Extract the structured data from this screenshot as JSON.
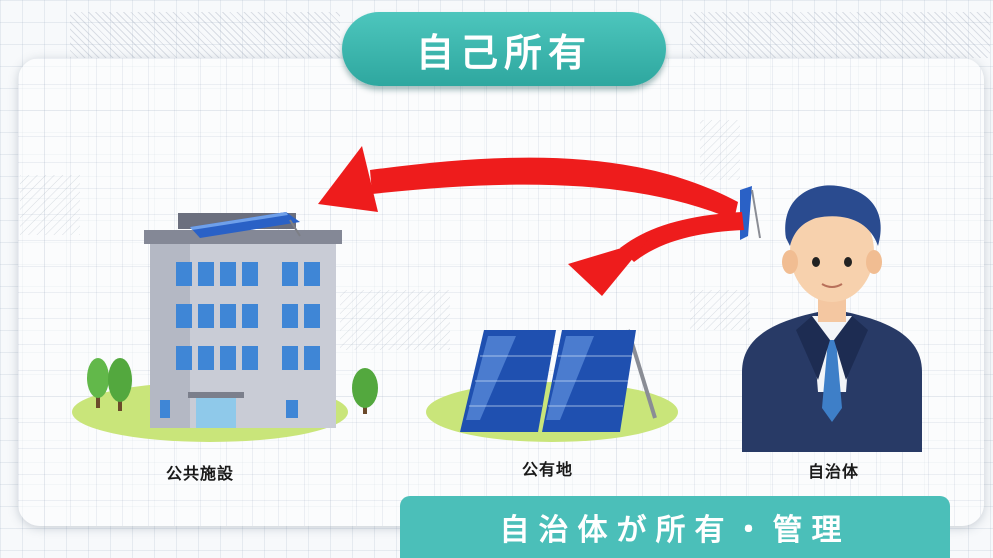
{
  "title": "自己所有",
  "labels": {
    "public_facility": "公共施設",
    "public_land": "公有地",
    "municipality": "自治体"
  },
  "banner": "自治体が所有・管理",
  "colors": {
    "accent": "#3fb8b0",
    "arrow": "#ee1c1c",
    "panel": "#2a61c6",
    "suit": "#283a66",
    "grass": "#c9e57a"
  },
  "icons": [
    "building-icon",
    "solar-panel-icon",
    "person-icon",
    "arrow-icon",
    "tree-icon"
  ]
}
